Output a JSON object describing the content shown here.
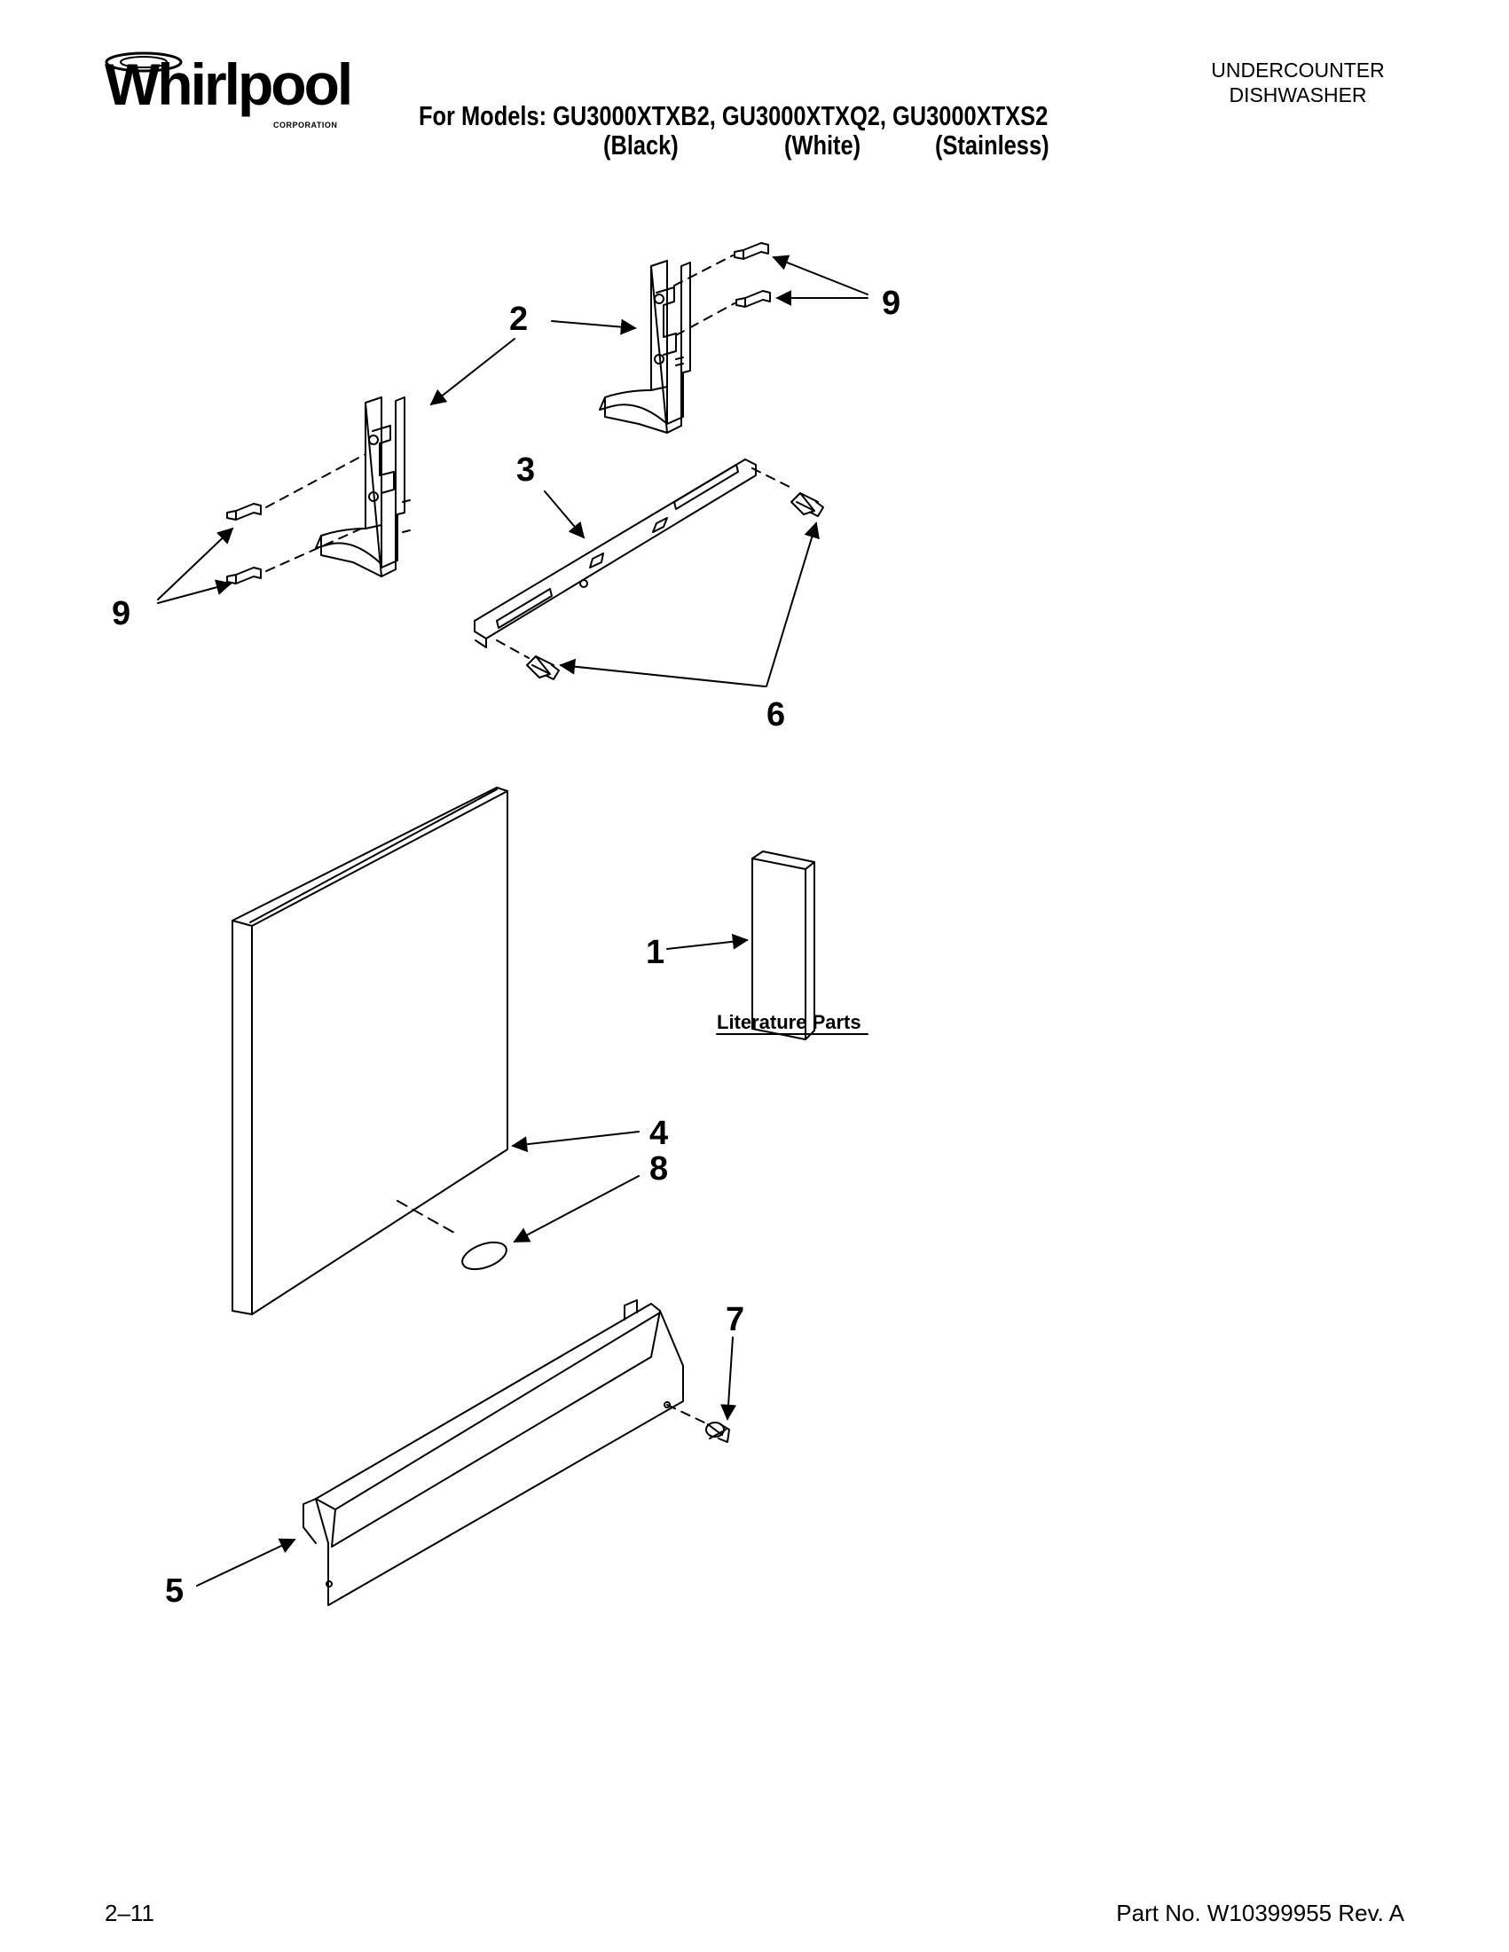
{
  "brand": {
    "logo_text": "Whirlpool",
    "logo_subtext": "CORPORATION"
  },
  "header": {
    "models_line": "For Models: GU3000XTXB2, GU3000XTXQ2, GU3000XTXS2",
    "variants": [
      "(Black)",
      "(White)",
      "(Stainless)"
    ],
    "category_line1": "UNDERCOUNTER",
    "category_line2": "DISHWASHER"
  },
  "diagram": {
    "callouts": {
      "c1": "1",
      "c2": "2",
      "c3": "3",
      "c4": "4",
      "c5": "5",
      "c6": "6",
      "c7": "7",
      "c8": "8",
      "c9a": "9",
      "c9b": "9"
    },
    "literature_label": "Literature Parts"
  },
  "footer": {
    "page": "2–11",
    "part_no": "Part No. W10399955 Rev. A"
  }
}
